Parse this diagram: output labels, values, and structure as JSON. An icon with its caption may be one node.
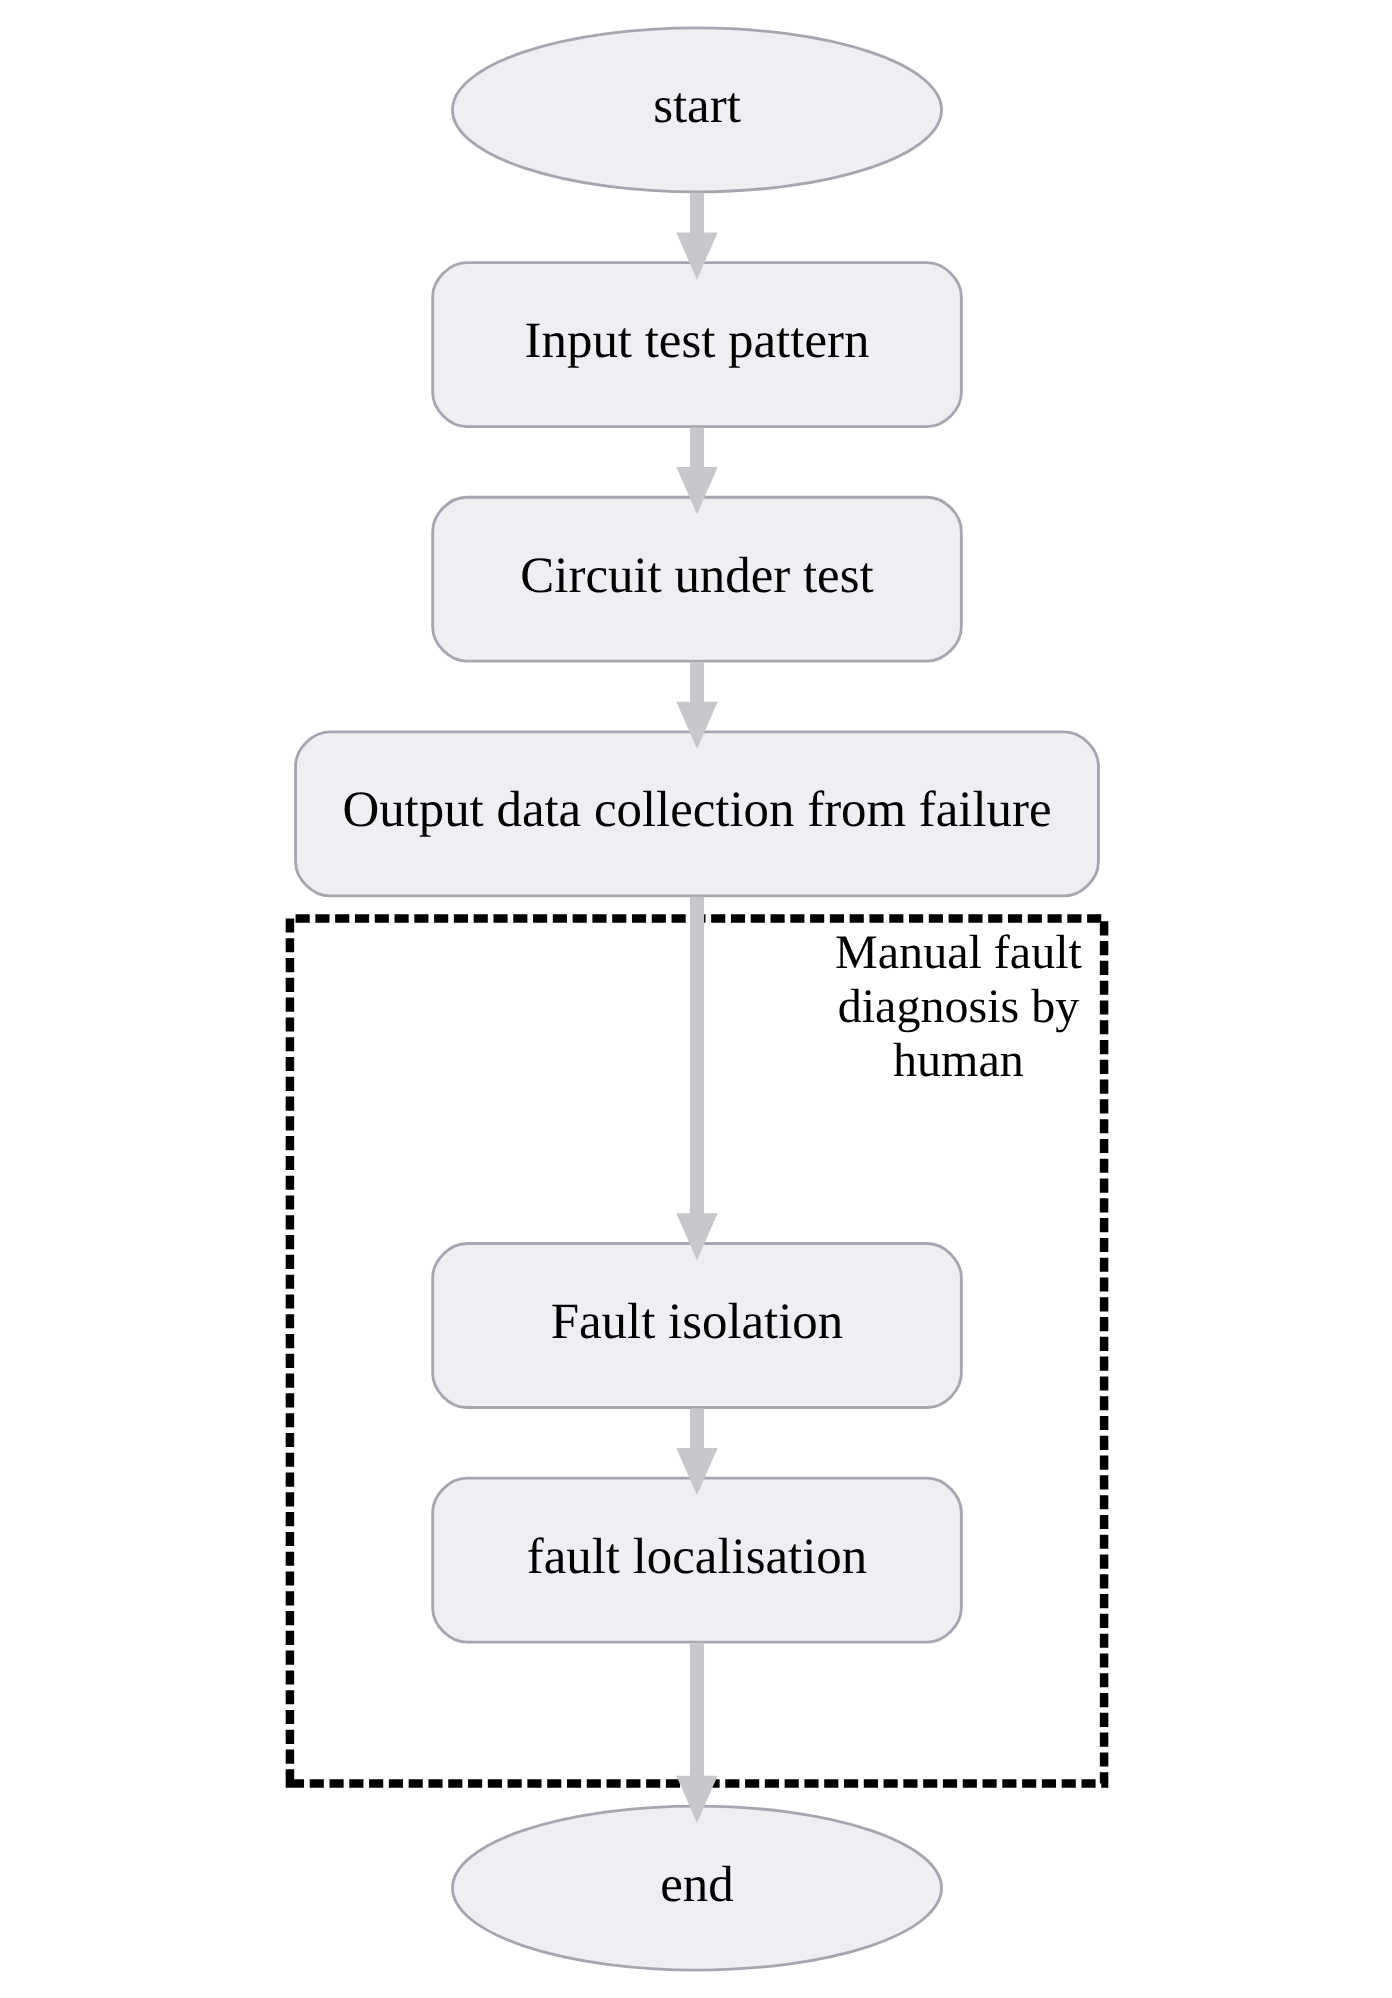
{
  "diagram": {
    "nodes": [
      {
        "text": [
          "start"
        ]
      },
      {
        "text": [
          "Input test pattern"
        ]
      },
      {
        "text": [
          "Circuit under test"
        ]
      },
      {
        "text": [
          "Output data collection from failure"
        ]
      },
      {
        "text": [
          "Manual fault diagnosis by human"
        ]
      },
      {
        "text": [
          "Fault isolation"
        ],
        "in": 4
      },
      {
        "text": [
          "fault localisation"
        ],
        "in": 4
      },
      {
        "text": [
          "end"
        ]
      }
    ],
    "edges": [
      {
        "from": 0,
        "to": 1,
        "arrow": "to"
      },
      {
        "from": 1,
        "to": 2,
        "arrow": "to"
      },
      {
        "from": 2,
        "to": 3,
        "arrow": "to"
      },
      {
        "from": 3,
        "to": 5,
        "arrow": "to"
      },
      {
        "from": 5,
        "to": 6,
        "arrow": "to"
      },
      {
        "from": 6,
        "to": 7,
        "arrow": "to"
      }
    ]
  }
}
